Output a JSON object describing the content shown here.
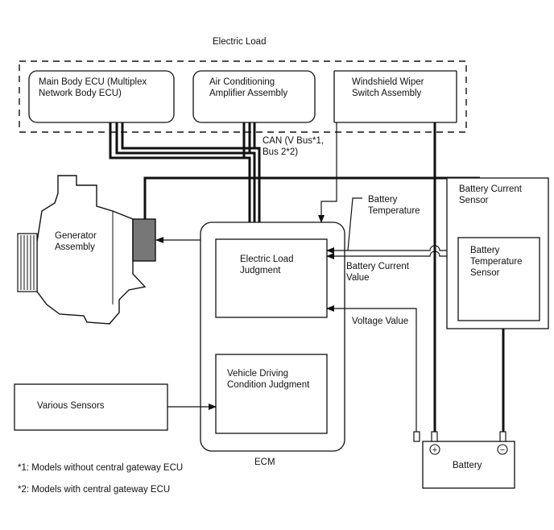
{
  "electric_load": {
    "label": "Electric Load",
    "main_body_ecu": [
      "Main Body ECU (Multiplex",
      "Network Body ECU)"
    ],
    "ac_amplifier": [
      "Air Conditioning",
      "Amplifier Assembly"
    ],
    "wiper_switch": [
      "Windshield Wiper",
      "Switch Assembly"
    ]
  },
  "can_label": [
    "CAN (V Bus*1,",
    "Bus 2*2)"
  ],
  "generator": [
    "Generator",
    "Assembly"
  ],
  "ecm": {
    "label": "ECM",
    "electric_load_judgment": [
      "Electric Load",
      "Judgment"
    ],
    "vehicle_driving_judgment": [
      "Vehicle Driving",
      "Condition Judgment"
    ]
  },
  "signals": {
    "battery_temperature": [
      "Battery",
      "Temperature"
    ],
    "battery_current": [
      "Battery Current",
      "Value"
    ],
    "voltage_value": "Voltage Value"
  },
  "battery_current_sensor": {
    "label": [
      "Battery Current",
      "Sensor"
    ],
    "battery_temperature_sensor": [
      "Battery",
      "Temperature",
      "Sensor"
    ]
  },
  "various_sensors": "Various Sensors",
  "battery": {
    "label": "Battery",
    "positive": "+",
    "negative": "−"
  },
  "footnotes": [
    "*1: Models without central gateway ECU",
    "*2: Models with central gateway ECU"
  ]
}
